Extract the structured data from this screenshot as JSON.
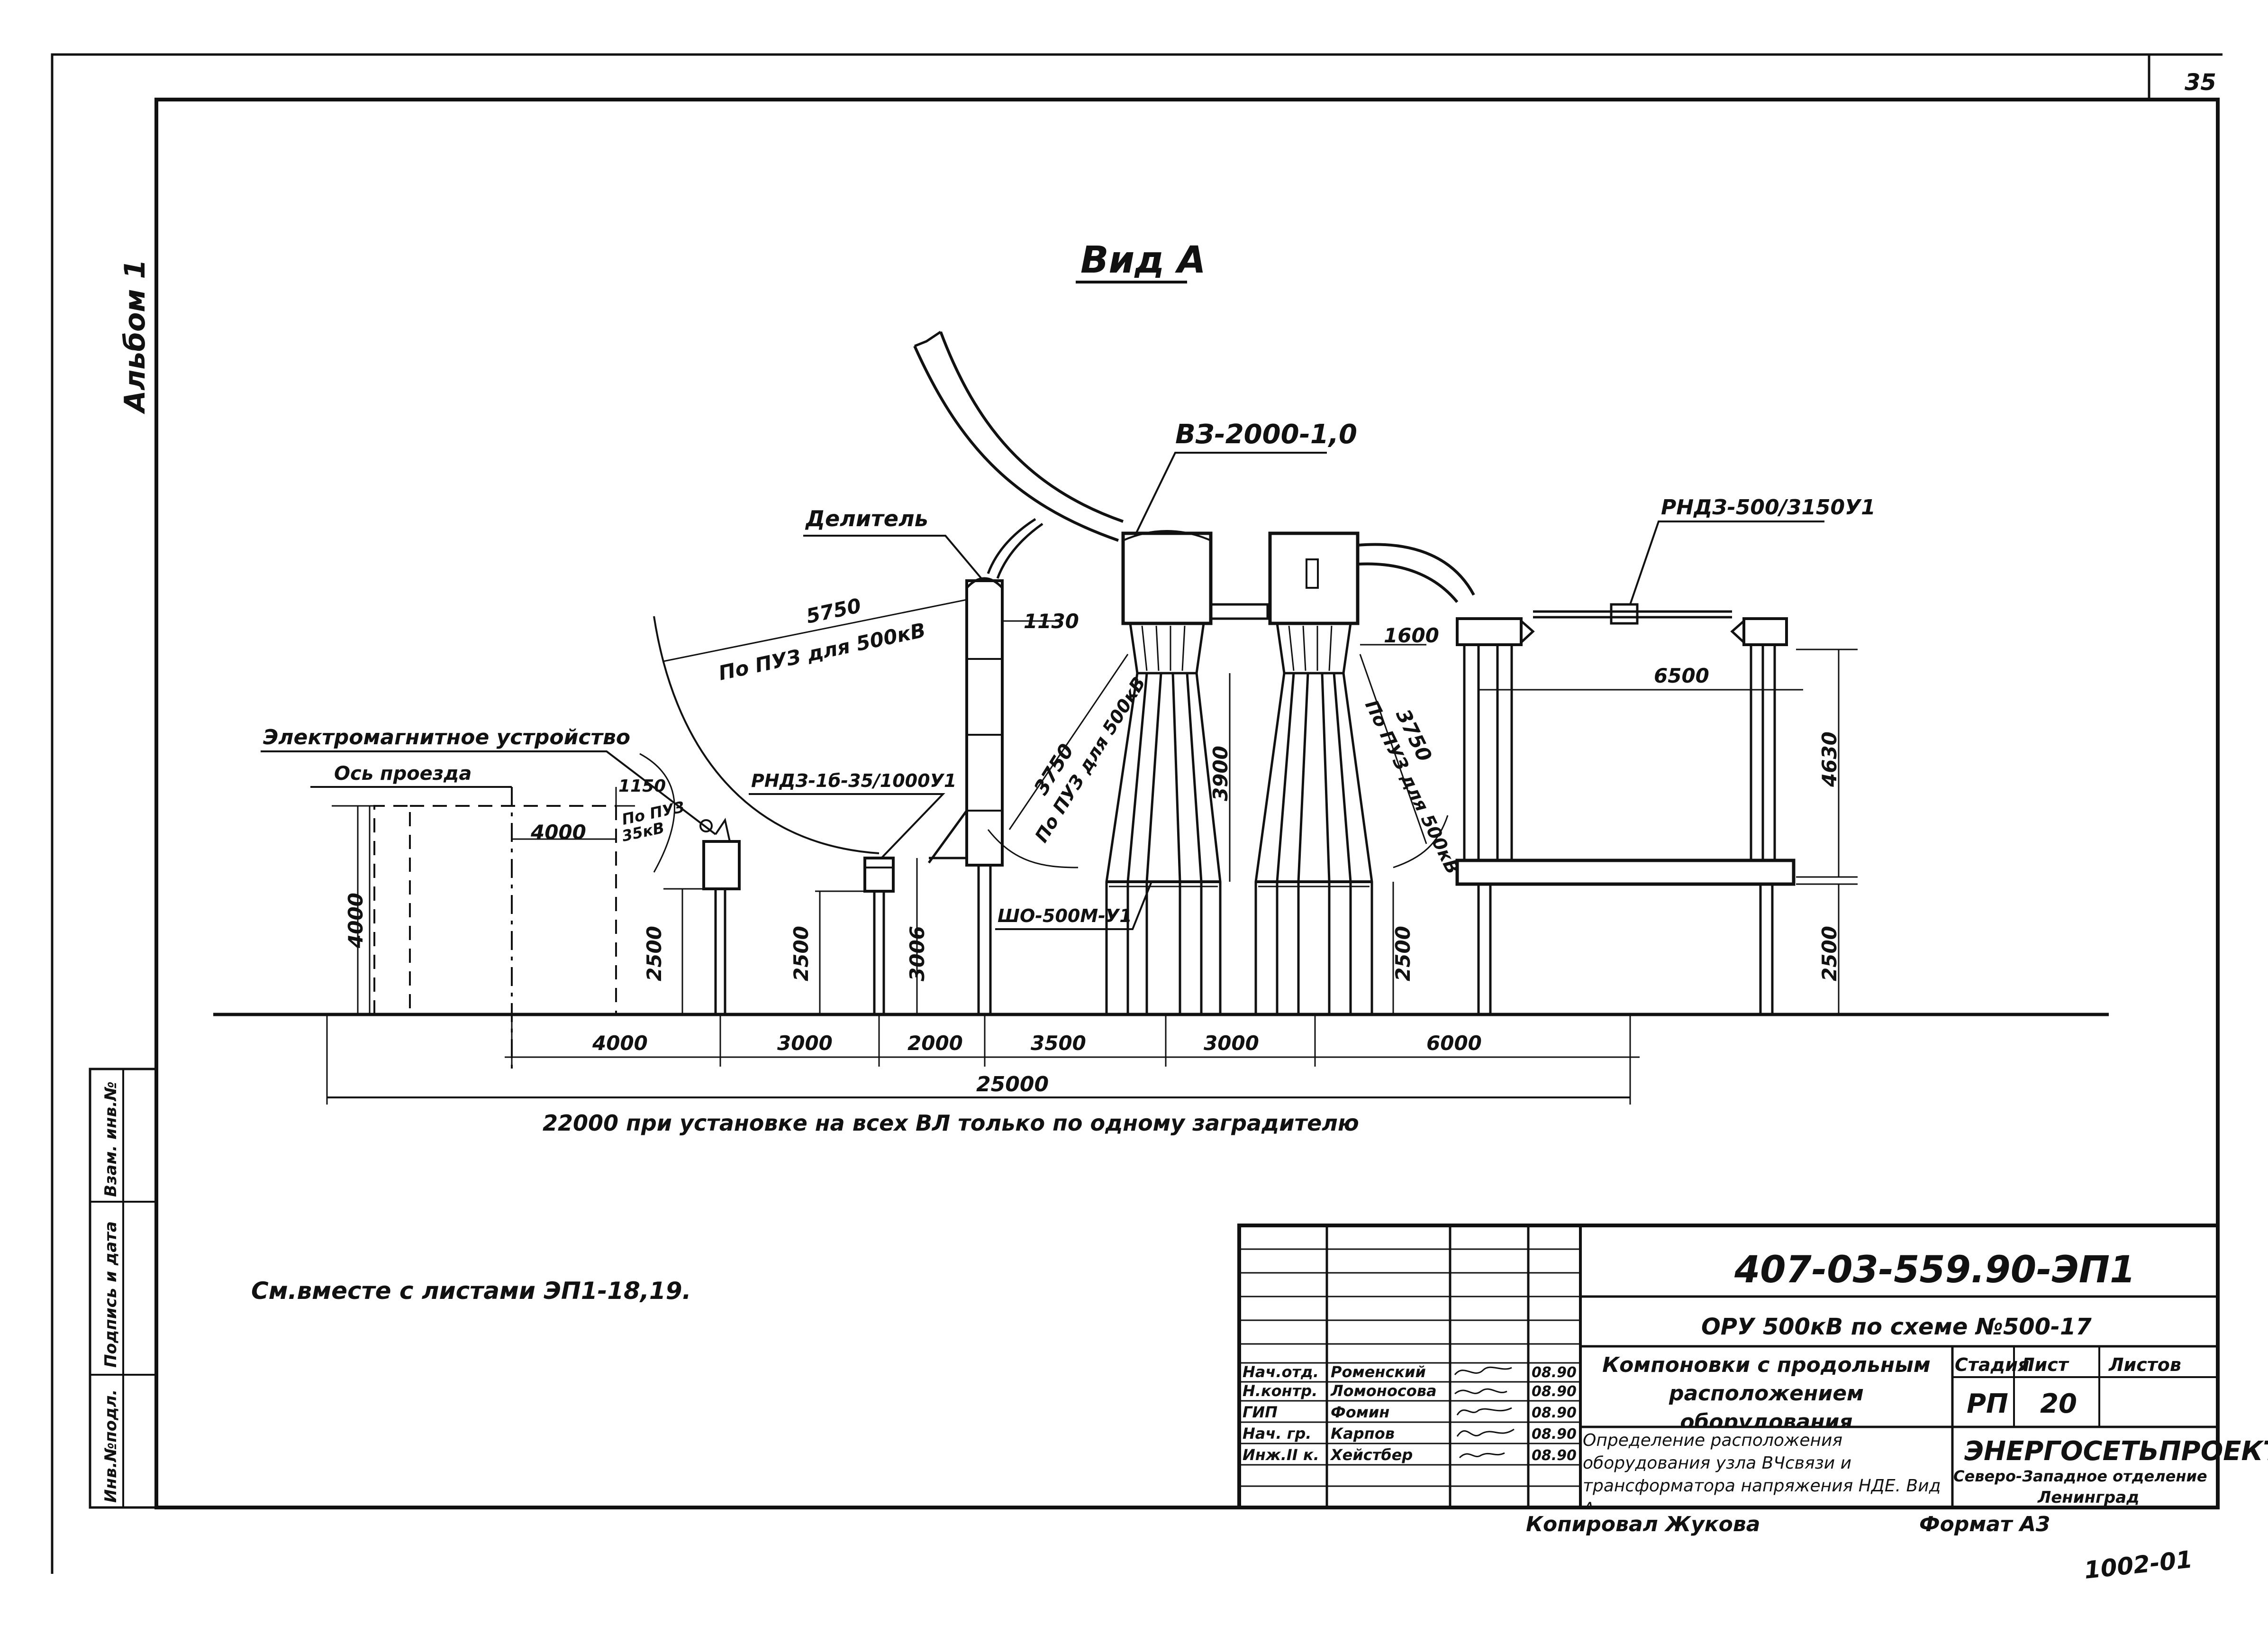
{
  "sheet_number": "35",
  "album_label": "Альбом 1",
  "view_title": "Вид А",
  "labels": {
    "wave_trap": "ВЗ-2000-1,0",
    "divider": "Делитель",
    "disconnector_500": "РНДЗ-500/3150У1",
    "em_device": "Электромагнитное устройство",
    "road_axis": "Ось проезда",
    "disconnector_35": "РНДЗ-1б-35/1000У1",
    "support_insulator": "ШО-500М-У1",
    "puz_500_left": "По ПУЗ для 500кВ",
    "puz_500_mid": "По ПУЗ для 500кВ",
    "puz_500_right": "По ПУЗ для 500кВ",
    "puz_35_line1": "По ПУЗ",
    "puz_35_line2": "35кВ"
  },
  "dimensions": {
    "r5750": "5750",
    "d1130": "1130",
    "d1600": "1600",
    "d6500": "6500",
    "d4630": "4630",
    "r3750_left": "3750",
    "r3750_right": "3750",
    "d3900": "3900",
    "d1150": "1150",
    "d4000_top": "4000",
    "h4000": "4000",
    "h2500_a": "2500",
    "h2500_b": "2500",
    "h3006": "3006",
    "h2500_c": "2500",
    "h2500_d": "2500",
    "bottom_spans": [
      "4000",
      "3000",
      "2000",
      "3500",
      "3000",
      "6000"
    ],
    "total": "25000"
  },
  "total_note": "22000 при установке на всех ВЛ только по одному заградителю",
  "see_also": "См.вместе с листами ЭП1-18,19.",
  "side_stamp": [
    "Инв.№подл.",
    "Подпись и дата",
    "Взам. инв.№"
  ],
  "title_block": {
    "doc_code": "407-03-559.90-ЭП1",
    "project": "ОРУ 500кВ по схеме №500-17",
    "drawing_title": "Компоновки с продольным расположением оборудования",
    "sheet_title": "Определение расположения оборудования узла ВЧсвязи и трансформатора напряжения НДЕ. Вид А",
    "stage_header": "Стадия",
    "sheet_header": "Лист",
    "sheets_header": "Листов",
    "stage": "РП",
    "sheet": "20",
    "sheets": "",
    "org_name": "ЭНЕРГОСЕТЬПРОЕКТ",
    "org_branch": "Северо-Западное отделение",
    "org_city": "Ленинград",
    "people": [
      {
        "role": "Нач.отд.",
        "name": "Роменский",
        "date": "08.90"
      },
      {
        "role": "Н.контр.",
        "name": "Ломоносова",
        "date": "08.90"
      },
      {
        "role": "ГИП",
        "name": "Фомин",
        "date": "08.90"
      },
      {
        "role": "Нач. гр.",
        "name": "Карпов",
        "date": "08.90"
      },
      {
        "role": "Инж.II к.",
        "name": "Хейстбер",
        "date": "08.90"
      }
    ]
  },
  "copied_by": "Копировал Жукова",
  "format": "Формат А3",
  "handwritten_note": "1002-01"
}
